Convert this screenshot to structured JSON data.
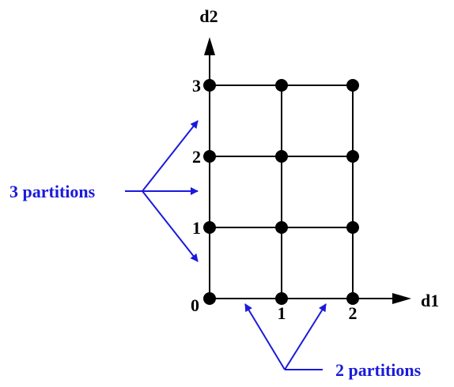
{
  "axes": {
    "x_label": "d1",
    "y_label": "d2",
    "origin_label": "0",
    "x_ticks": [
      "1",
      "2"
    ],
    "y_ticks": [
      "1",
      "2",
      "3"
    ]
  },
  "annotations": {
    "vertical_partitions": "3 partitions",
    "horizontal_partitions": "2 partitions"
  },
  "grid": {
    "columns": 3,
    "rows": 4
  },
  "colors": {
    "ink": "#000000",
    "annotation": "#1a1adc",
    "background": "#ffffff"
  }
}
